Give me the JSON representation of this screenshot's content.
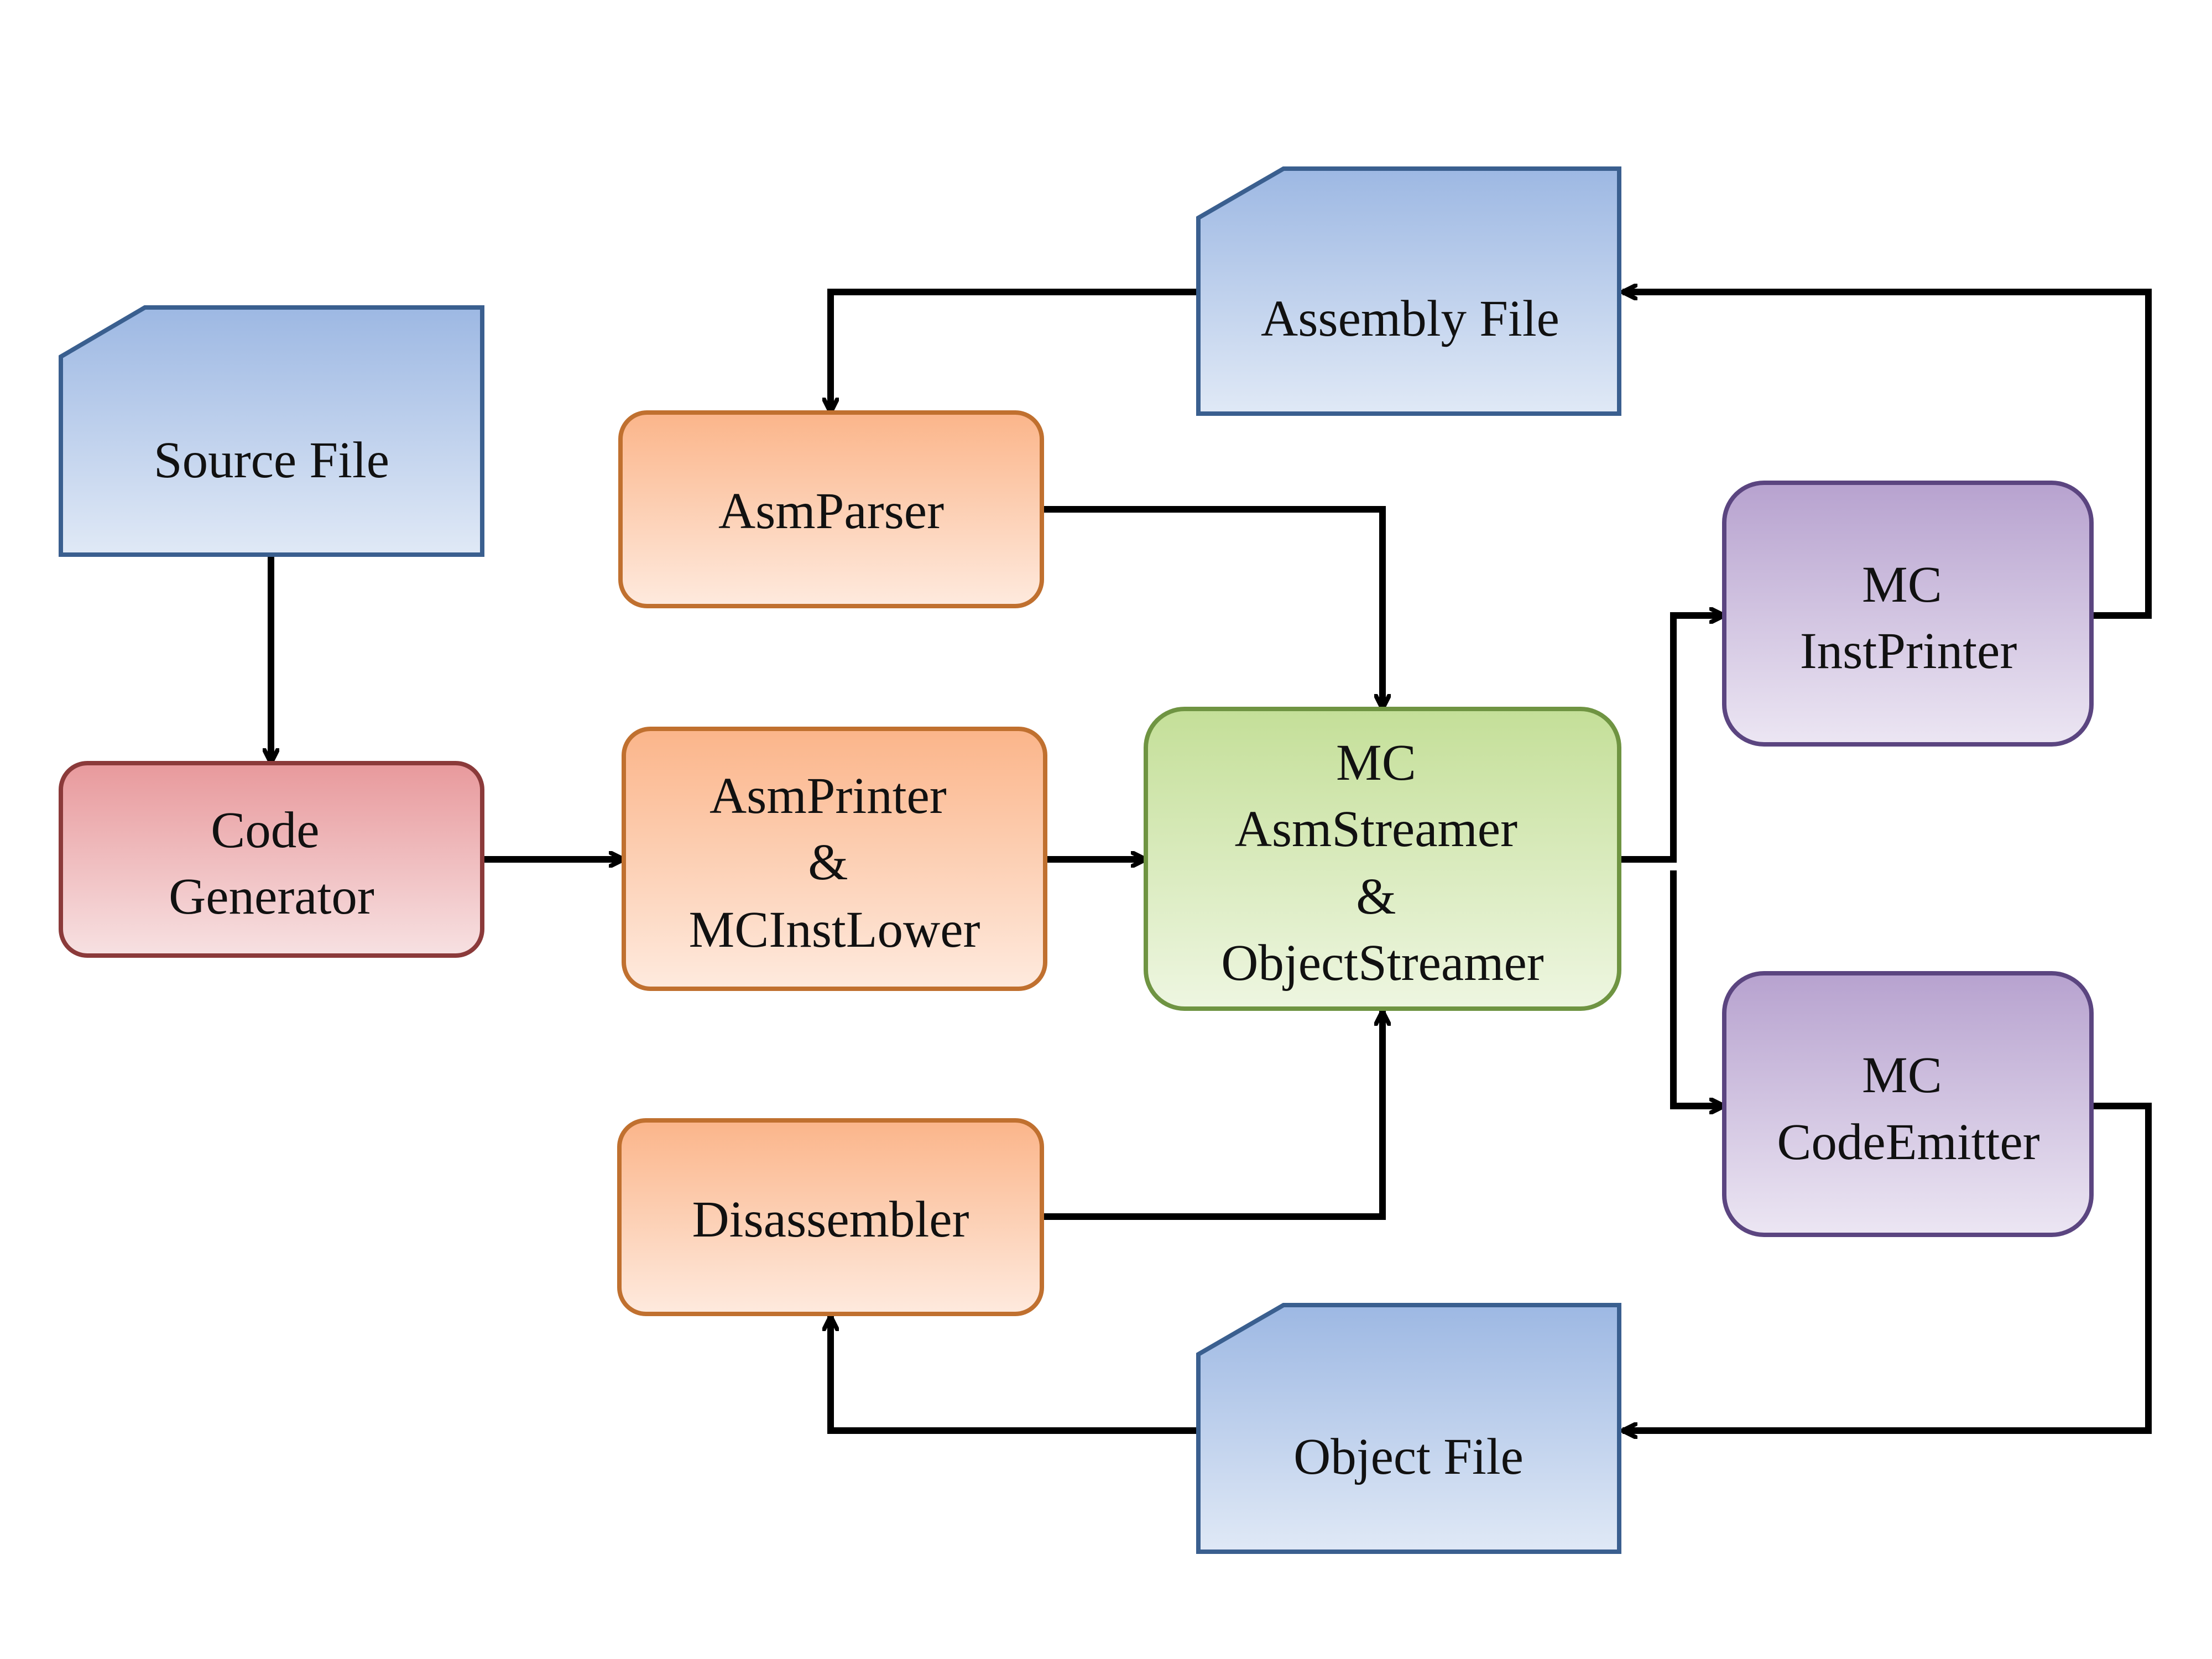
{
  "colors": {
    "file_fill_top": "#9db8e3",
    "file_fill_bottom": "#e0e9f6",
    "file_stroke": "#3a5f8f",
    "codegen_fill_top": "#e8999c",
    "codegen_fill_bottom": "#f7e1e2",
    "codegen_stroke": "#8b3a3a",
    "orange_fill_top": "#fbb58a",
    "orange_fill_bottom": "#feeade",
    "orange_stroke": "#c0702f",
    "green_fill_top": "#c4df98",
    "green_fill_bottom": "#eef6e1",
    "green_stroke": "#6f9442",
    "purple_fill_top": "#b7a2cf",
    "purple_fill_bottom": "#ece6f3",
    "purple_stroke": "#5b4580",
    "edge": "#000000"
  },
  "nodes": {
    "source_file": {
      "lines": [
        "Source File"
      ]
    },
    "code_generator": {
      "lines": [
        "Code",
        "Generator"
      ]
    },
    "asm_parser": {
      "lines": [
        "AsmParser"
      ]
    },
    "asm_printer": {
      "lines": [
        "AsmPrinter",
        "&",
        "MCInstLower"
      ]
    },
    "disassembler": {
      "lines": [
        "Disassembler"
      ]
    },
    "assembly_file": {
      "lines": [
        "Assembly File"
      ]
    },
    "object_file": {
      "lines": [
        "Object File"
      ]
    },
    "mc_streamer": {
      "lines": [
        "MC",
        "AsmStreamer",
        "&",
        "ObjectStreamer"
      ]
    },
    "mc_inst_printer": {
      "lines": [
        "MC",
        "InstPrinter"
      ]
    },
    "mc_code_emitter": {
      "lines": [
        "MC",
        "CodeEmitter"
      ]
    }
  },
  "edges": [
    {
      "from": "source_file",
      "to": "code_generator"
    },
    {
      "from": "code_generator",
      "to": "asm_printer"
    },
    {
      "from": "asm_printer",
      "to": "mc_streamer"
    },
    {
      "from": "assembly_file",
      "to": "asm_parser"
    },
    {
      "from": "asm_parser",
      "to": "mc_streamer"
    },
    {
      "from": "disassembler",
      "to": "mc_streamer"
    },
    {
      "from": "mc_streamer",
      "to": "mc_inst_printer"
    },
    {
      "from": "mc_streamer",
      "to": "mc_code_emitter"
    },
    {
      "from": "mc_inst_printer",
      "to": "assembly_file"
    },
    {
      "from": "mc_code_emitter",
      "to": "object_file"
    },
    {
      "from": "object_file",
      "to": "disassembler"
    }
  ]
}
